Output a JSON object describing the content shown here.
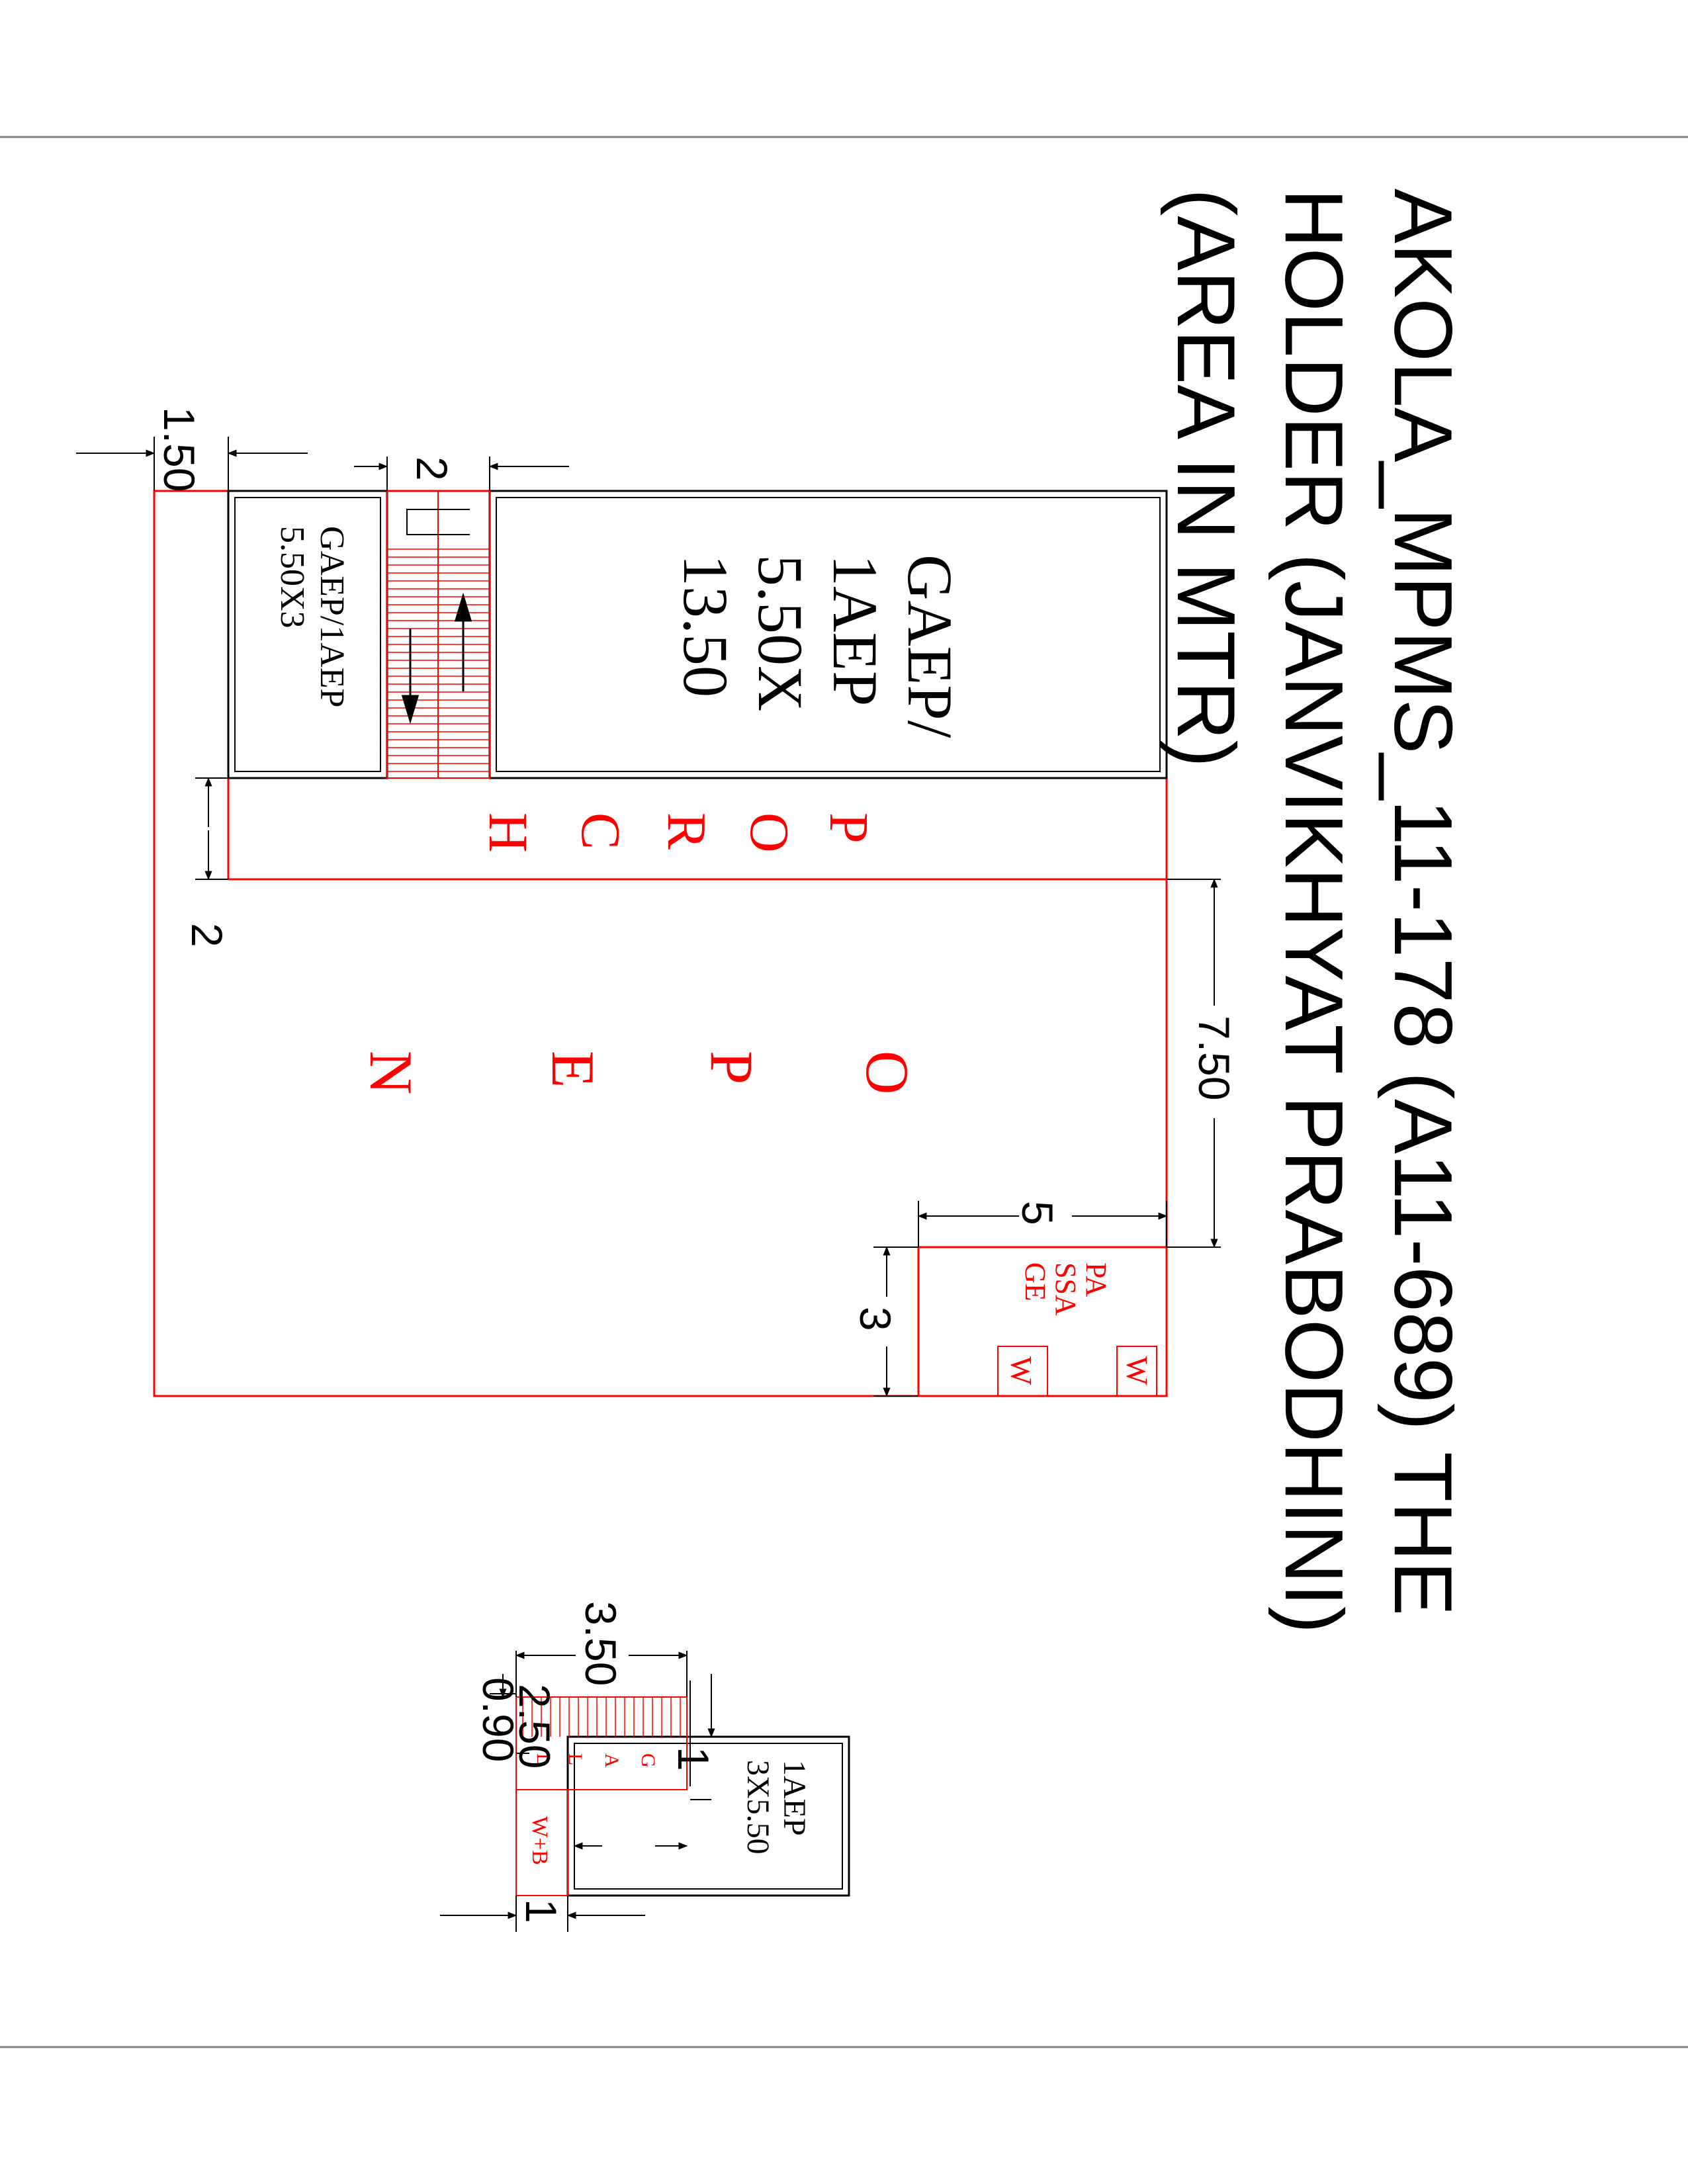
{
  "title": {
    "line1": "AKOLA_MPMS_11-178 (A11-689) THE",
    "line2": "HOLDER (JANVIKHYAT PRABODHINI)",
    "line3": "(AREA IN MTR)"
  },
  "ground_floor": {
    "room_large": [
      "GAEP/",
      "1AEP",
      "5.50X",
      "13.50"
    ],
    "room_small": [
      "GAEP/1AEP",
      "5.50X3"
    ],
    "porch": [
      "P",
      "O",
      "R",
      "C",
      "H"
    ],
    "open": [
      "O",
      "P",
      "E",
      "N"
    ],
    "passage": [
      "PA",
      "SSA",
      "GE"
    ],
    "wc1": "W",
    "wc2": "W",
    "dims": {
      "top_1_50": "1.50",
      "stair_2": "2",
      "porch_2": "2",
      "open_7_50": "7.50",
      "passage_5": "5",
      "passage_3": "3"
    }
  },
  "upper_floor": {
    "room": [
      "1AEP",
      "3X5.50"
    ],
    "gallery": [
      "G",
      "A",
      "L",
      "L"
    ],
    "wb": "W+B",
    "dims": {
      "d_3_50": "3.50",
      "d_0_90": "0.90",
      "d_2_50": "2.50",
      "d_1a": "1",
      "d_1b": "1"
    }
  },
  "colors": {
    "lines": "#000000",
    "red": "#ff0000",
    "frame": "#808080"
  }
}
